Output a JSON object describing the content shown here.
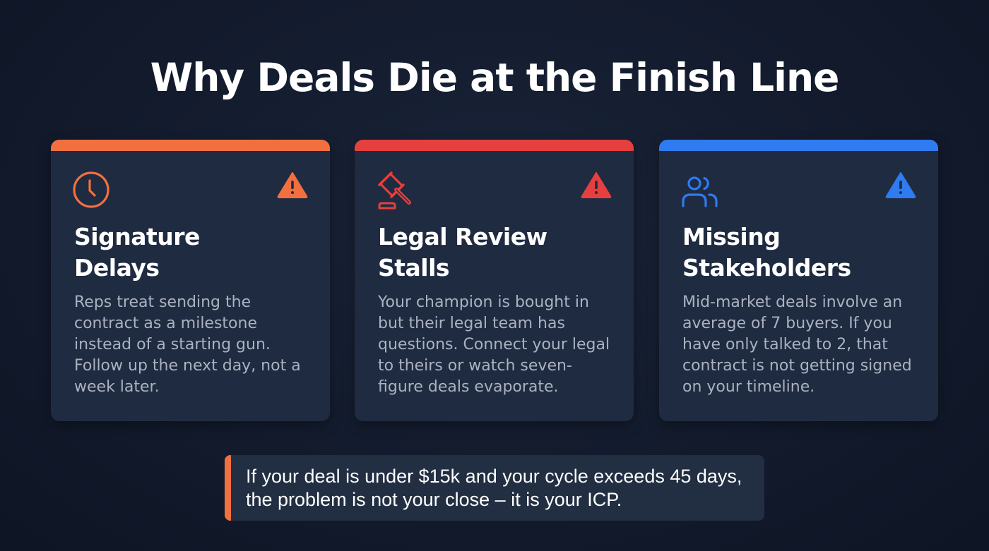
{
  "header": {
    "title": "Why Deals Die at the Finish Line"
  },
  "cards": [
    {
      "title": "Signature Delays",
      "title_lines": [
        "Signature",
        "Delays"
      ],
      "body": "Reps treat sending the contract as a milestone instead of a starting gun. Follow up the next day, not a week later.",
      "icon": "clock-icon",
      "status_icon": "warning-triangle-icon",
      "accent_color": "#f2703f"
    },
    {
      "title": "Legal Review Stalls",
      "title_lines": [
        "Legal Review",
        "Stalls"
      ],
      "body": "Your champion is bought in but their legal team has questions. Connect your legal to theirs or watch seven-figure deals evaporate.",
      "icon": "gavel-icon",
      "status_icon": "warning-triangle-icon",
      "accent_color": "#e5403f"
    },
    {
      "title": "Missing Stakeholders",
      "title_lines": [
        "Missing",
        "Stakeholders"
      ],
      "body": "Mid-market deals involve an average of 7 buyers. If you have only talked to 2, that contract is not getting signed on your timeline.",
      "icon": "users-icon",
      "status_icon": "warning-triangle-icon",
      "accent_color": "#2f7bf0"
    }
  ],
  "callout": {
    "text": "If your deal is under $15k and your cycle exceeds 45 days, the problem is not your close – it is your ICP.",
    "accent_color": "#f07040"
  },
  "colors": {
    "background": "#131b2d",
    "card_background": "#1f2b40",
    "body_text": "#aab2c0"
  }
}
